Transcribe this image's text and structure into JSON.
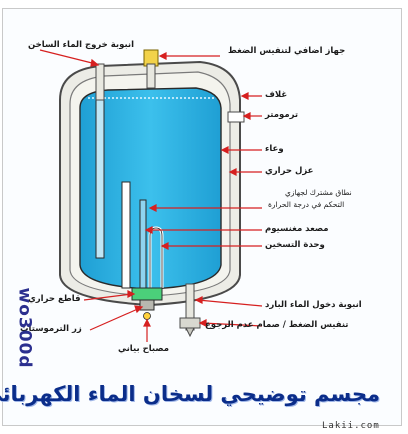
{
  "labels": {
    "pressure_device": "جهاز اضافي لتنفيس الضغط",
    "hot_outlet": "انبوبة خروج الماء الساخن",
    "casing": "غلاف",
    "thermometer": "ترمومتر",
    "vessel": "وعاء",
    "insulation": "عزل حراري",
    "shared_pipe_l1": "نطاق مشترك لجهازي",
    "shared_pipe_l2": "التحكم في درجة الحرارة",
    "magnesium": "مصعد مغنسيوم",
    "heating_unit": "وحدة التسخين",
    "cutout": "قاطع حراري",
    "thermostat_button": "زر الترموستات",
    "indicator_lamp": "مصباح بياني",
    "cold_inlet": "انبوبة دخول الماء البارد",
    "relief_valve": "تنفيس الضغط / صمام عدم الرجوع"
  },
  "caption": "مجسم توضيحي لسخان الماء الكهربائي",
  "watermark": "wo300d",
  "site": "Lakii.com",
  "colors": {
    "water": "#33b6e6",
    "shell": "#e9e9e4",
    "outline": "#4a4a4a",
    "arrow": "#d62020",
    "caption": "#0b2d8a"
  }
}
